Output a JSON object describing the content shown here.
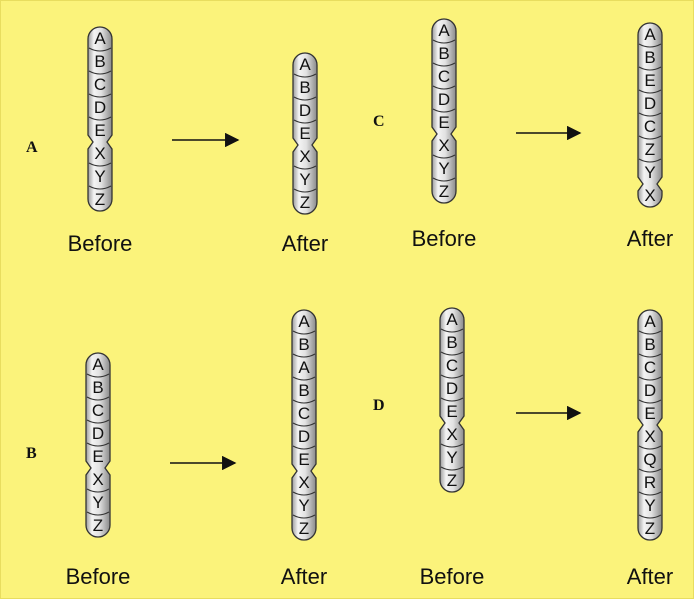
{
  "panels": [
    {
      "label": "A",
      "before": {
        "caption": "Before",
        "genes": [
          "A",
          "B",
          "C",
          "D",
          "E",
          "X",
          "Y",
          "Z"
        ]
      },
      "after": {
        "caption": "After",
        "genes": [
          "A",
          "B",
          "D",
          "E",
          "X",
          "Y",
          "Z"
        ]
      }
    },
    {
      "label": "C",
      "before": {
        "caption": "Before",
        "genes": [
          "A",
          "B",
          "C",
          "D",
          "E",
          "X",
          "Y",
          "Z"
        ]
      },
      "after": {
        "caption": "After",
        "genes": [
          "A",
          "B",
          "E",
          "D",
          "C",
          "Z",
          "Y",
          "X"
        ]
      }
    },
    {
      "label": "B",
      "before": {
        "caption": "Before",
        "genes": [
          "A",
          "B",
          "C",
          "D",
          "E",
          "X",
          "Y",
          "Z"
        ]
      },
      "after": {
        "caption": "After",
        "genes": [
          "A",
          "B",
          "A",
          "B",
          "C",
          "D",
          "E",
          "X",
          "Y",
          "Z"
        ]
      }
    },
    {
      "label": "D",
      "before": {
        "caption": "Before",
        "genes": [
          "A",
          "B",
          "C",
          "D",
          "E",
          "X",
          "Y",
          "Z"
        ]
      },
      "after": {
        "caption": "After",
        "genes": [
          "A",
          "B",
          "C",
          "D",
          "E",
          "X",
          "Q",
          "R",
          "Y",
          "Z"
        ]
      }
    }
  ],
  "colors": {
    "background": "#fbf37b",
    "chromosome_fill": "#e9e9e9",
    "chromosome_stroke": "#333333",
    "arrow": "#111111"
  }
}
